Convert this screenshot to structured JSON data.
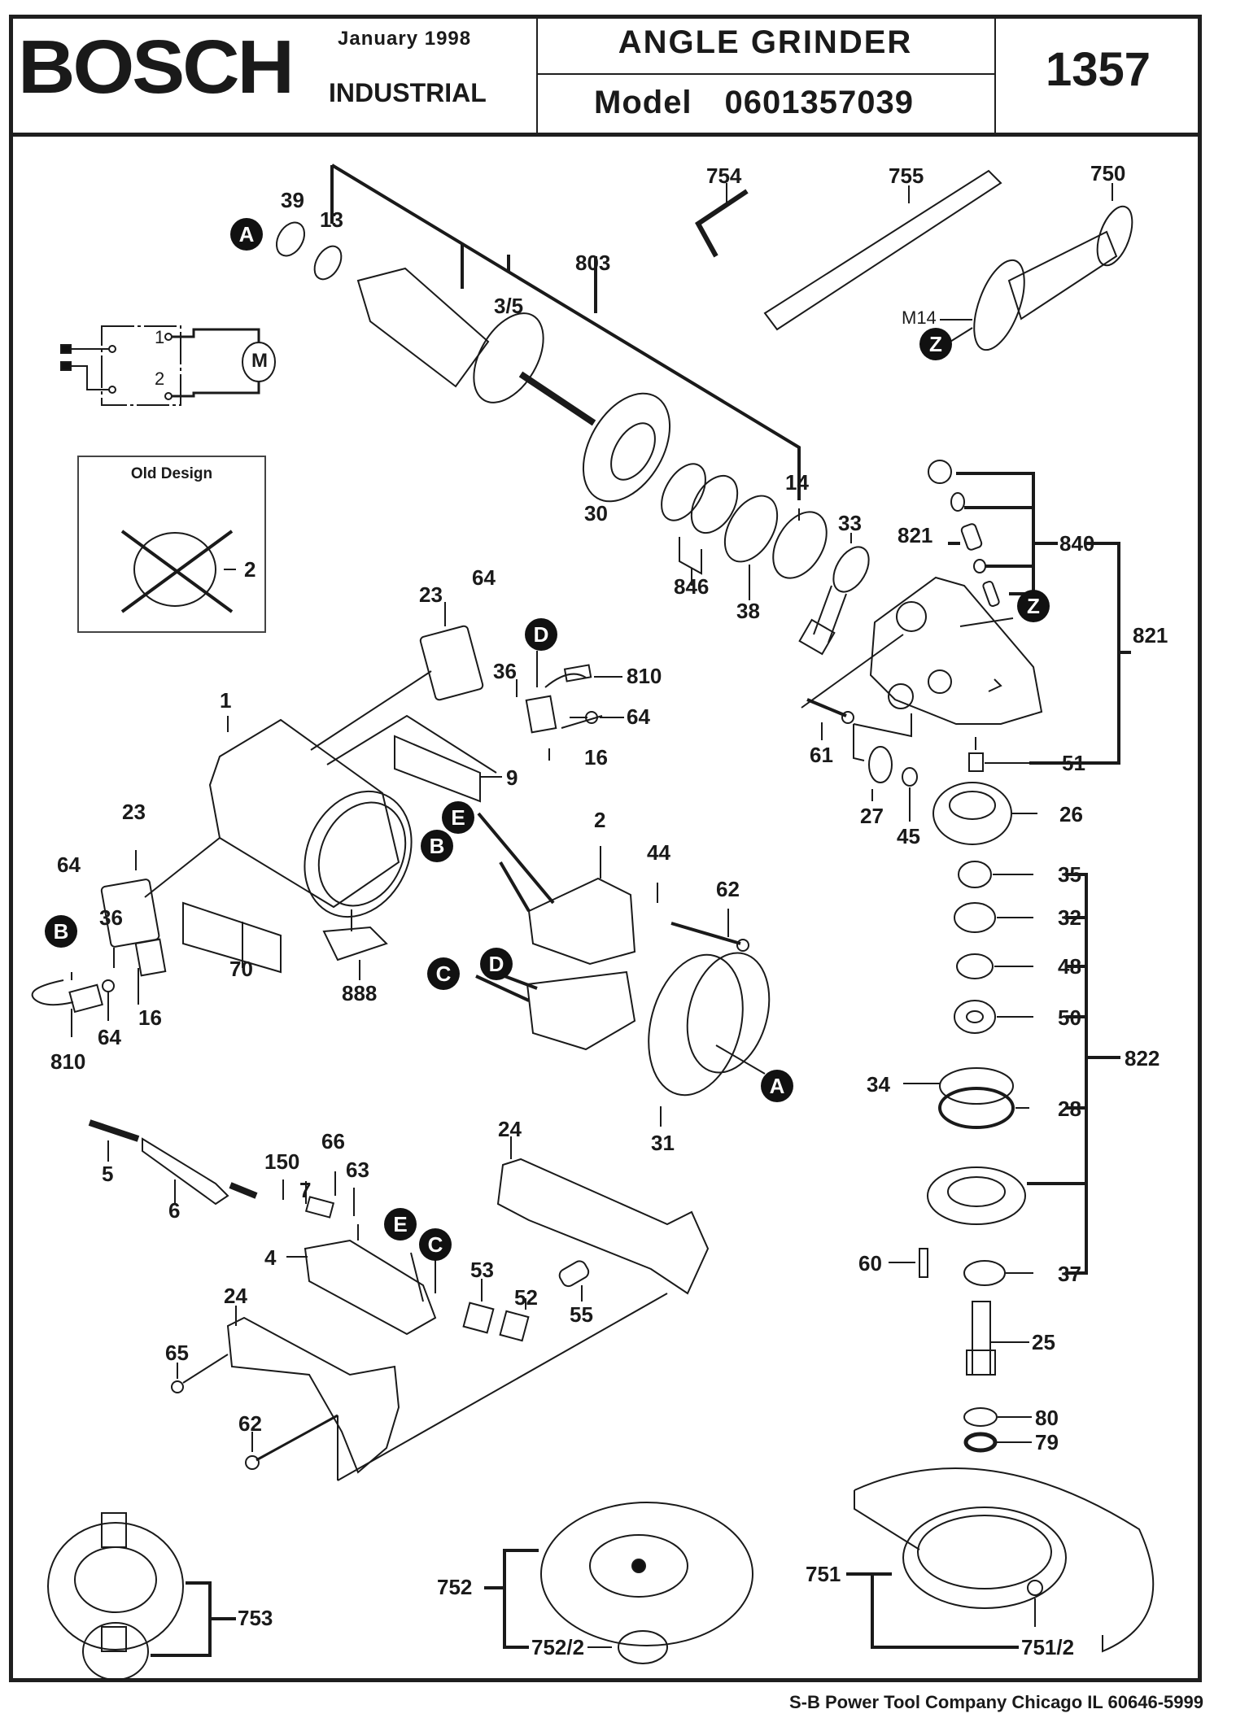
{
  "header": {
    "brand": "BOSCH",
    "date": "January  1998",
    "division": "INDUSTRIAL",
    "product_title": "ANGLE  GRINDER",
    "model_label": "Model",
    "model_number": "0601357039",
    "document_number": "1357"
  },
  "footer": {
    "publisher": "S-B Power Tool Company  Chicago IL 60646-5999"
  },
  "wiring_diagram": {
    "terminal_1": "1",
    "terminal_2": "2",
    "motor_symbol": "M"
  },
  "old_design_box": {
    "title": "Old Design",
    "part_label": "2"
  },
  "connection_markers": [
    "A",
    "B",
    "C",
    "D",
    "E",
    "Z"
  ],
  "thread_spec": "M14",
  "part_labels": {
    "p39": "39",
    "p13": "13",
    "p803": "803",
    "p3_5": "3/5",
    "p30": "30",
    "p846": "846",
    "p38": "38",
    "p14": "14",
    "p33": "33",
    "p754": "754",
    "p755": "755",
    "p750": "750",
    "p821a": "821",
    "p840": "840",
    "p821b": "821",
    "p51": "51",
    "p61": "61",
    "p27": "27",
    "p45": "45",
    "p26": "26",
    "p35": "35",
    "p32": "32",
    "p48": "48",
    "p50": "50",
    "p822": "822",
    "p34": "34",
    "p28": "28",
    "p60": "60",
    "p37": "37",
    "p25": "25",
    "p80": "80",
    "p79": "79",
    "p23a": "23",
    "p64a": "64",
    "p810a": "810",
    "p36a": "36",
    "p64b": "64",
    "p16a": "16",
    "p1": "1",
    "p9": "9",
    "p23b": "23",
    "p64c": "64",
    "p36b": "36",
    "p16b": "16",
    "p64d": "64",
    "p810b": "810",
    "p70": "70",
    "p888": "888",
    "p2": "2",
    "p44": "44",
    "p62a": "62",
    "p31": "31",
    "p5": "5",
    "p6": "6",
    "p150": "150",
    "p66": "66",
    "p7": "7",
    "p63": "63",
    "p4": "4",
    "p53": "53",
    "p52": "52",
    "p24a": "24",
    "p24b": "24",
    "p55": "55",
    "p65": "65",
    "p62b": "62",
    "p753": "753",
    "p752": "752",
    "p752_2": "752/2",
    "p751": "751",
    "p751_2": "751/2"
  }
}
